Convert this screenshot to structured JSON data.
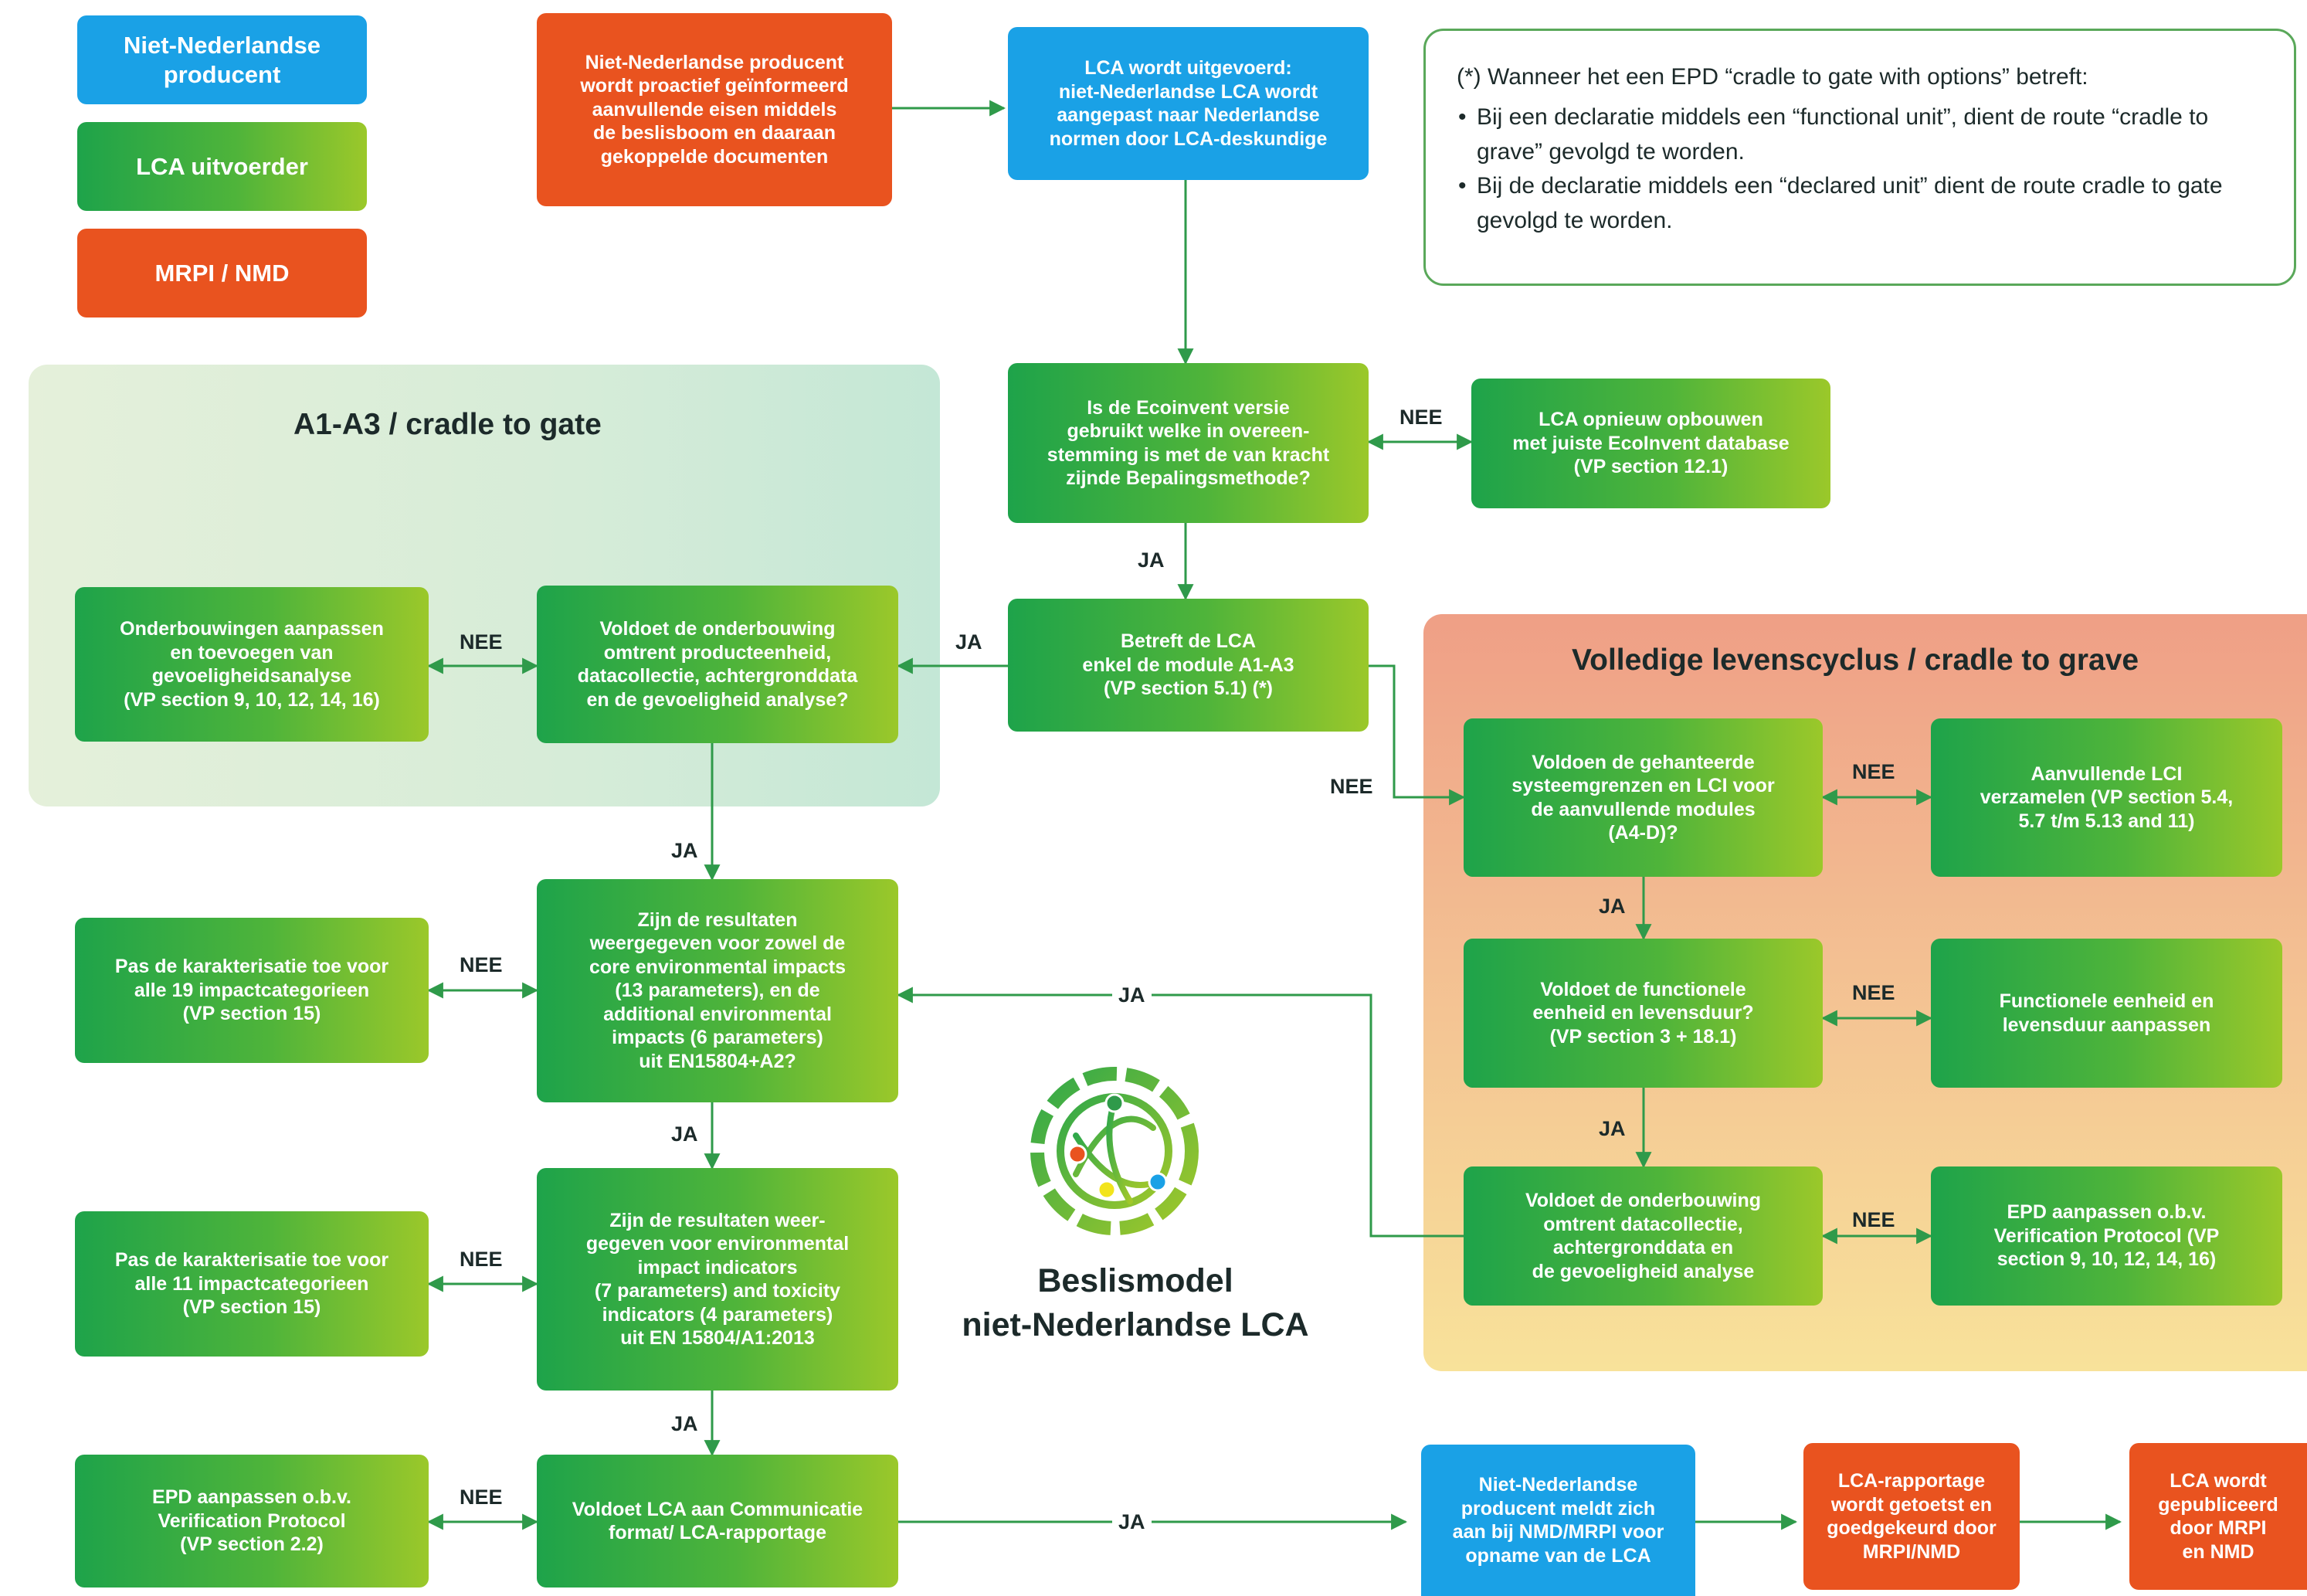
{
  "legend": {
    "producer": "Niet-Nederlandse\nproducent",
    "lca_performer": "LCA uitvoerder",
    "mrpi": "MRPI / NMD"
  },
  "note": {
    "title": "(*) Wanneer het een EPD “cradle to gate with options” betreft:",
    "bullets": [
      "Bij een declaratie middels een “functional unit”, dient de route “cradle to grave” gevolgd te worden.",
      "Bij de declaratie middels een “declared unit” dient de route cradle to gate gevolgd te worden."
    ]
  },
  "regions": {
    "a1a3_title": "A1-A3 / cradle to gate",
    "full_title": "Volledige levenscyclus / cradle to grave"
  },
  "boxes": {
    "informed": "Niet-Nederlandse producent\nwordt proactief geïnformeerd\naanvullende eisen middels\nde beslisboom en daaraan\ngekoppelde documenten",
    "lca_done": "LCA wordt uitgevoerd:\nniet-Nederlandse LCA wordt\naangepast naar Nederlandse\nnormen door LCA-deskundige",
    "ecoinvent_q": "Is de Ecoinvent versie\ngebruikt welke in overeen-\nstemming is met de van kracht\nzijnde Bepalingsmethode?",
    "ecoinvent_fix": "LCA opnieuw opbouwen\nmet juiste EcoInvent database\n(VP section 12.1)",
    "a1a3_q": "Betreft de LCA\nenkel de module A1-A3\n(VP section 5.1) (*)",
    "substantiation_q": "Voldoet de onderbouwing\nomtrent producteenheid,\ndatacollectie, achtergronddata\nen de gevoeligheid analyse?",
    "substantiation_fix": "Onderbouwingen aanpassen\nen toevoegen van\ngevoeligheidsanalyse\n(VP section 9, 10, 12, 14, 16)",
    "results_q1": "Zijn de resultaten\nweergegeven voor zowel de\ncore environmental impacts\n(13 parameters), en de\nadditional environmental\nimpacts (6 parameters)\nuit EN15804+A2?",
    "char19_fix": "Pas de karakterisatie toe voor\nalle 19 impactcategorieen\n(VP section 15)",
    "results_q2": "Zijn de resultaten weer-\ngegeven voor environmental\nimpact indicators\n(7 parameters) and toxicity\nindicators (4 parameters)\nuit EN 15804/A1:2013",
    "char11_fix": "Pas de karakterisatie toe voor\nalle 11 impactcategorieen\n(VP section 15)",
    "comm_q": "Voldoet LCA aan Communicatie\nformat/ LCA-rapportage",
    "epd_fix_comm": "EPD aanpassen o.b.v.\nVerification Protocol\n(VP section 2.2)",
    "system_q": "Voldoen de gehanteerde\nsysteemgrenzen en LCI voor\nde aanvullende modules\n(A4-D)?",
    "lci_fix": "Aanvullende LCI\nverzamelen (VP section 5.4,\n5.7 t/m 5.13 and 11)",
    "functional_q": "Voldoet de functionele\neenheid en levensduur?\n(VP section 3 + 18.1)",
    "functional_fix": "Functionele eenheid en\nlevensduur aanpassen",
    "data_q": "Voldoet de onderbouwing\nomtrent datacollectie,\nachtergronddata en\nde gevoeligheid analyse",
    "epd_fix_data": "EPD aanpassen o.b.v.\nVerification Protocol (VP\nsection 9, 10, 12, 14, 16)",
    "producer_reports": "Niet-Nederlandse\nproducent meldt zich\naan bij NMD/MRPI voor\nopname van de LCA",
    "report_tested": "LCA-rapportage\nwordt getoetst en\ngoedgekeurd door\nMRPI/NMD",
    "published": "LCA wordt\ngepubliceerd\ndoor MRPI\nen NMD"
  },
  "labels": {
    "ja": "JA",
    "nee": "NEE"
  },
  "title": {
    "line1": "Beslismodel",
    "line2": "niet-Nederlandse LCA"
  },
  "colors": {
    "green_start": "#1ea34a",
    "green_end": "#9bc82a",
    "blue": "#1aa1e6",
    "red": "#e9531f",
    "line": "#2f9a4a"
  }
}
